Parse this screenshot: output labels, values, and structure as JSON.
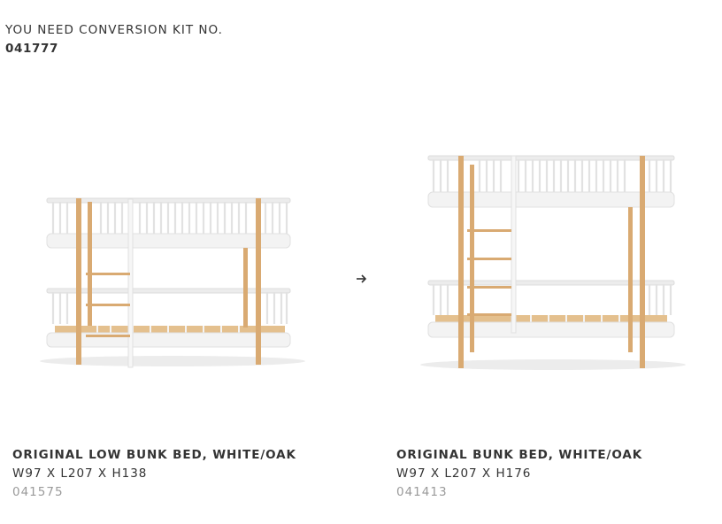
{
  "conversion": {
    "heading": "YOU NEED CONVERSION KIT NO.",
    "kit_number": "041777"
  },
  "arrow_icon": "arrow-right-icon",
  "products": [
    {
      "name": "ORIGINAL LOW BUNK BED, WHITE/OAK",
      "dimensions": "W97 X L207 X H138",
      "sku": "041575",
      "image": "low-bunk-bed-white-oak"
    },
    {
      "name": "ORIGINAL BUNK BED, WHITE/OAK",
      "dimensions": "W97 X L207 X H176",
      "sku": "041413",
      "image": "bunk-bed-white-oak"
    }
  ],
  "colors": {
    "text": "#333333",
    "sku": "#9a9a9a",
    "white_wood": "#f4f4f4",
    "oak": "#d9aa72"
  }
}
